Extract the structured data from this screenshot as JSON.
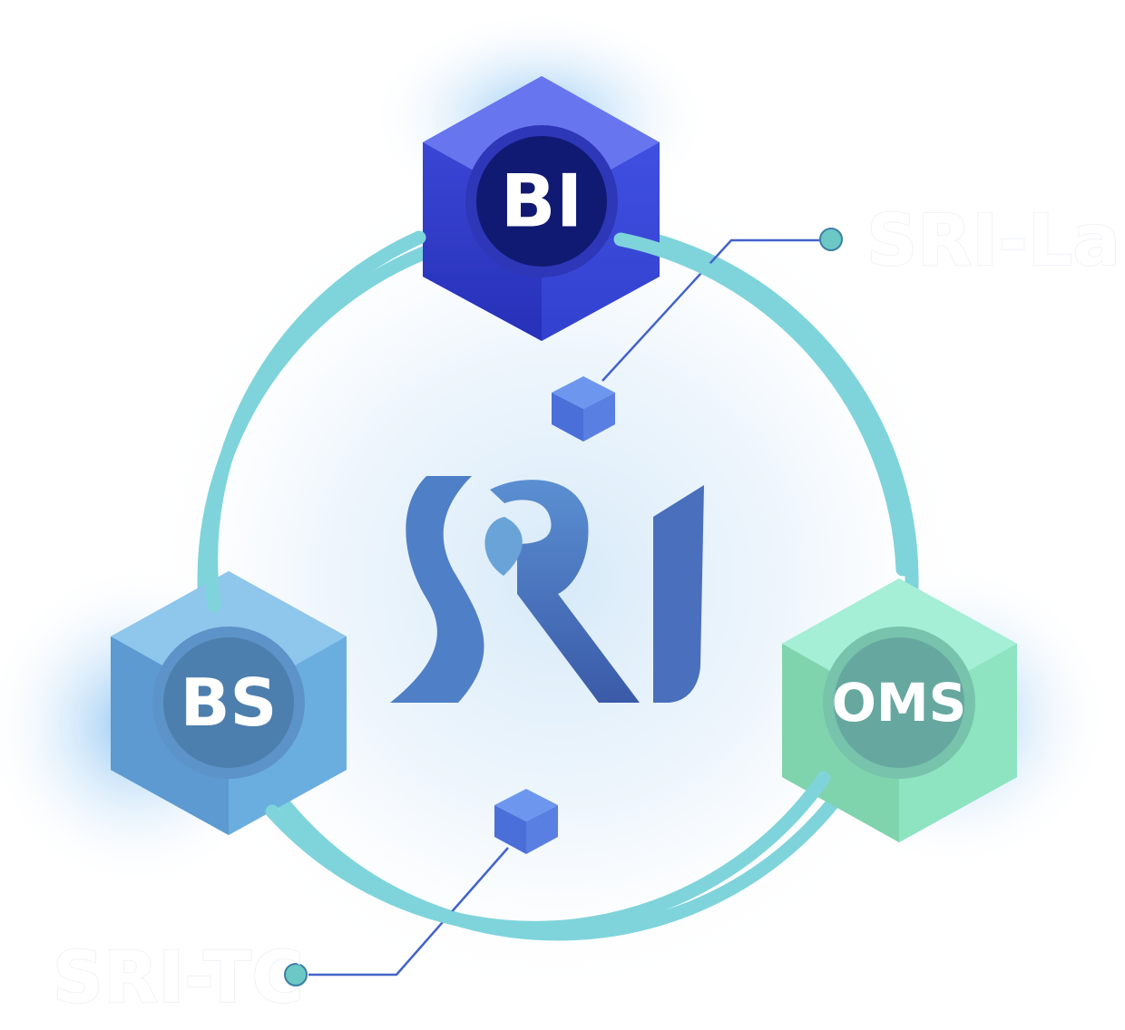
{
  "center": {
    "logo_text": "SRI"
  },
  "nodes": {
    "top": {
      "label": "BI"
    },
    "left": {
      "label": "BS"
    },
    "right": {
      "label": "OMS"
    }
  },
  "callouts": {
    "upper": {
      "label": "SRI-Lab"
    },
    "lower": {
      "label": "SRI-TC"
    }
  },
  "colors": {
    "ring": "#7fd4db",
    "bi": "#3b47d8",
    "bs": "#6fb0e0",
    "oms": "#8fe3c5",
    "connector": "#4263c9"
  }
}
